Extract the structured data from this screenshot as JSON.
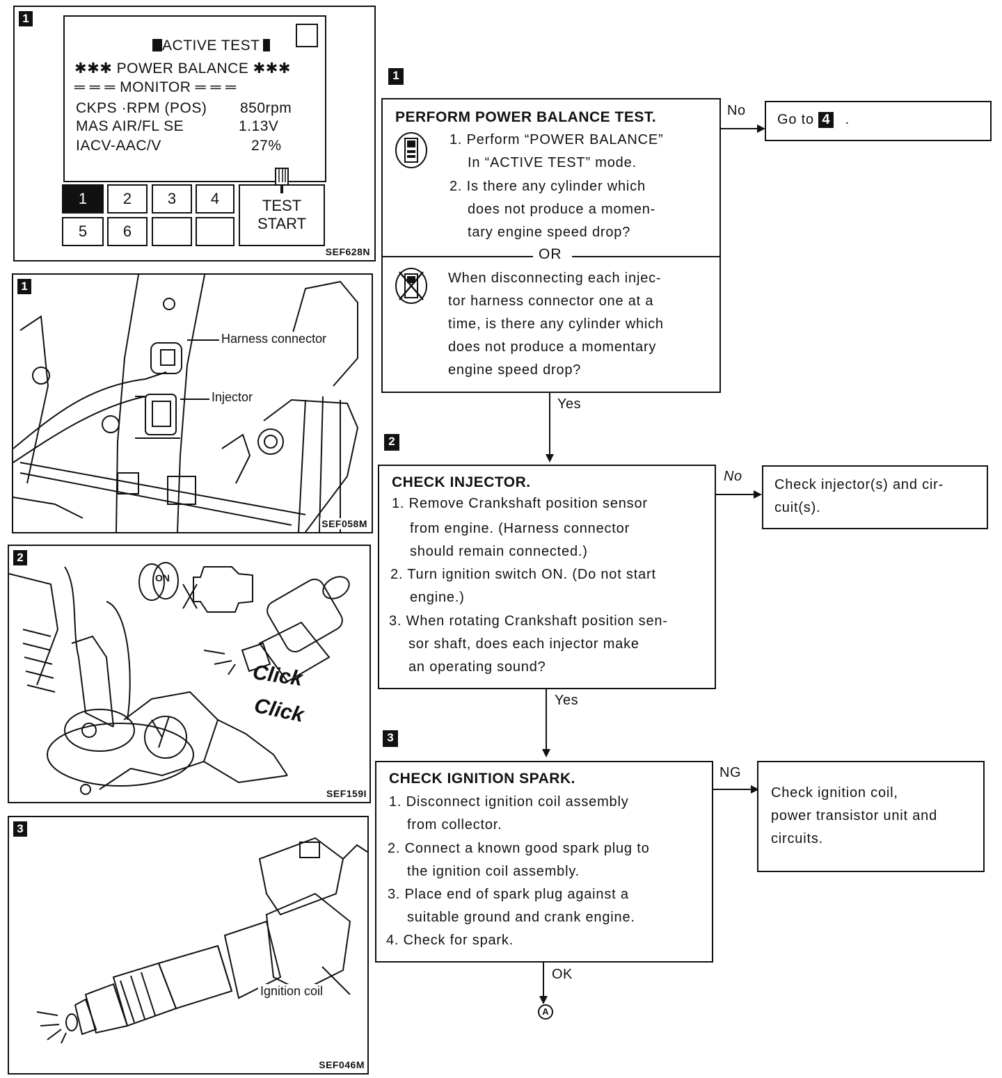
{
  "figures": {
    "fig1": {
      "badge": "1",
      "screen": {
        "title": "ACTIVE TEST",
        "header": "✱✱✱ POWER BALANCE ✱✱✱",
        "monitor": "═ ═ ═ MONITOR ═ ═ ═",
        "rows": [
          {
            "name": "CKPS ·RPM (POS)",
            "value": "850rpm"
          },
          {
            "name": "MAS AIR/FL SE",
            "value": "1.13V"
          },
          {
            "name": "IACV-AAC/V",
            "value": "27%"
          }
        ],
        "keys": [
          "1",
          "2",
          "3",
          "4",
          "5",
          "6",
          "",
          ""
        ],
        "test_start_1": "TEST",
        "test_start_2": "START"
      },
      "code": "SEF628N"
    },
    "fig1b": {
      "badge": "1",
      "label_harness": "Harness connector",
      "label_injector": "Injector",
      "code": "SEF058M"
    },
    "fig2": {
      "badge": "2",
      "key_label": "ON",
      "click1": "Click",
      "click2": "Click",
      "code": "SEF159I"
    },
    "fig3": {
      "badge": "3",
      "label_coil": "Ignition coil",
      "code": "SEF046M"
    }
  },
  "flow": {
    "step1": {
      "badge": "1",
      "title": "PERFORM POWER BALANCE TEST.",
      "items": [
        "1. Perform “POWER BALANCE”",
        "In “ACTIVE TEST” mode.",
        "2. Is there any cylinder which",
        "does not produce a momen-",
        "tary engine speed drop?"
      ],
      "or": "OR",
      "alt": [
        "When disconnecting each injec-",
        "tor harness connector one at a",
        "time, is there any cylinder which",
        "does not produce a momentary",
        "engine speed drop?"
      ],
      "no_label": "No",
      "no_result": "Go to",
      "no_result_ref": "4",
      "no_result_tail": ".",
      "yes_label": "Yes"
    },
    "step2": {
      "badge": "2",
      "title": "CHECK INJECTOR.",
      "items": [
        "1. Remove  Crankshaft position sensor",
        "from engine. (Harness connector",
        "should remain connected.)",
        "2. Turn ignition switch ON. (Do not start",
        "engine.)",
        "3. When rotating  Crankshaft position sen-",
        "sor shaft, does each injector make",
        "an operating sound?"
      ],
      "no_label": "No",
      "no_result": [
        "Check injector(s) and cir-",
        "cuit(s)."
      ],
      "yes_label": "Yes"
    },
    "step3": {
      "badge": "3",
      "title": "CHECK IGNITION SPARK.",
      "items": [
        "1. Disconnect ignition coil assembly",
        "from collector.",
        "2. Connect a known good spark plug to",
        "the ignition coil assembly.",
        "3. Place end of spark plug against a",
        "suitable ground and crank engine.",
        "4. Check for spark."
      ],
      "ng_label": "NG",
      "ng_result": [
        "Check ignition coil,",
        "power transistor unit and",
        "circuits."
      ],
      "ok_label": "OK",
      "next": "A"
    }
  }
}
